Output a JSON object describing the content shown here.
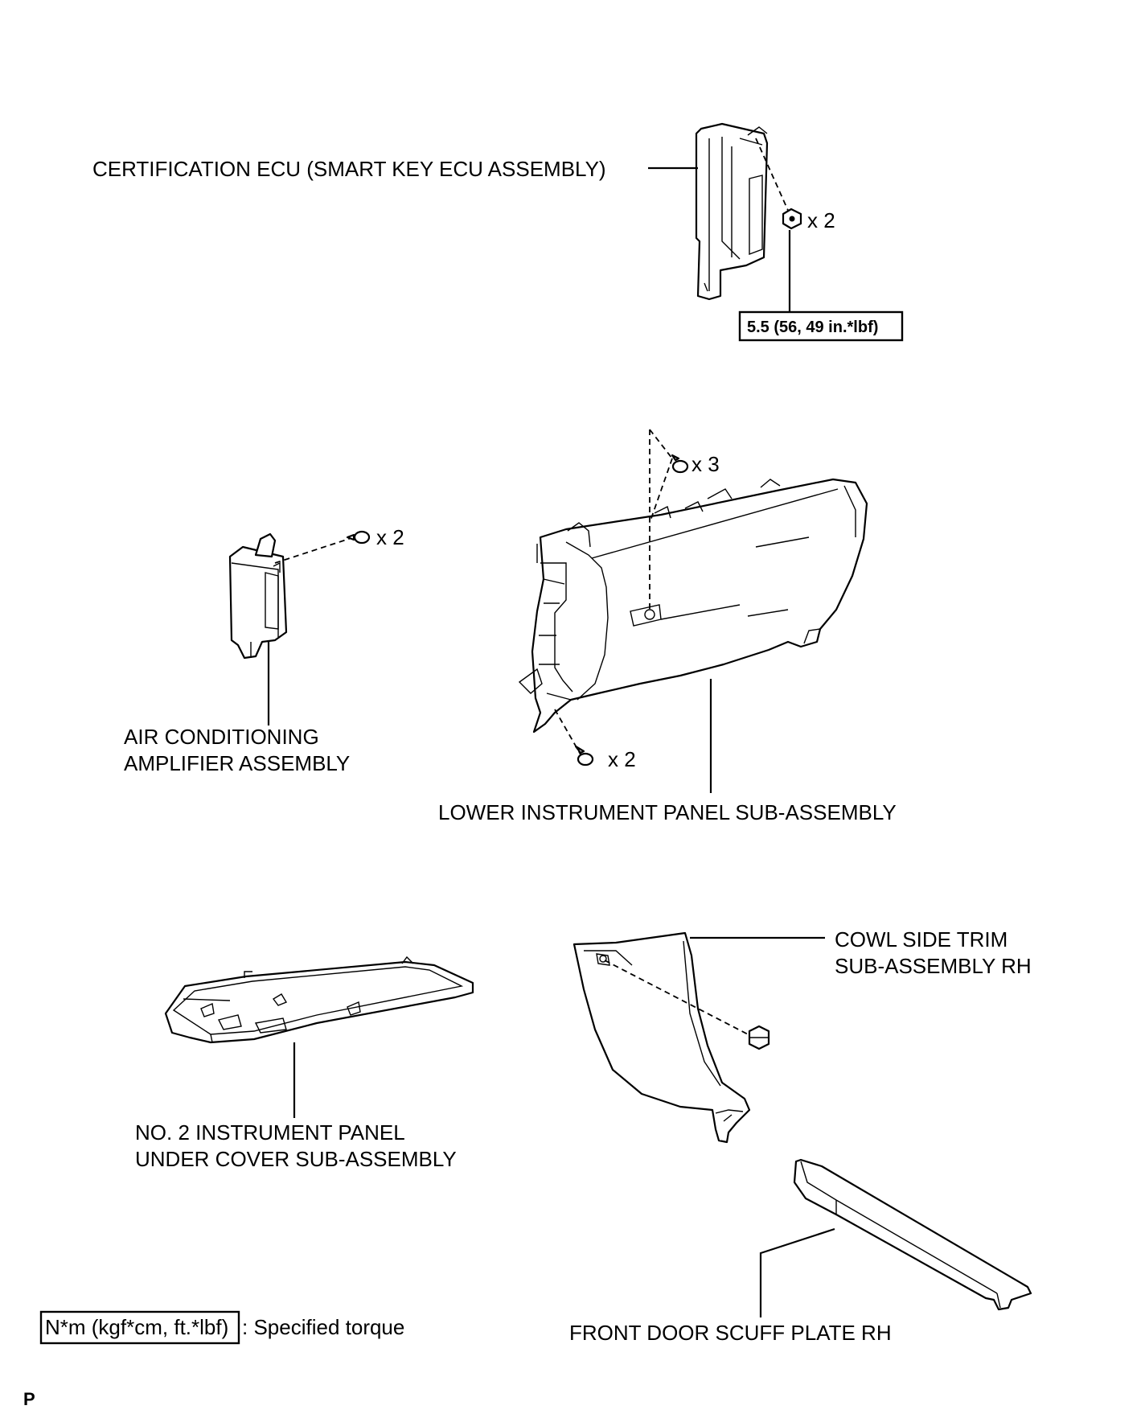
{
  "labels": {
    "certification_ecu": "CERTIFICATION ECU (SMART KEY ECU ASSEMBLY)",
    "air_conditioning_line1": "AIR CONDITIONING",
    "air_conditioning_line2": "AMPLIFIER ASSEMBLY",
    "lower_instrument_panel": "LOWER INSTRUMENT PANEL SUB-ASSEMBLY",
    "under_cover_line1": "NO. 2 INSTRUMENT PANEL",
    "under_cover_line2": "UNDER COVER SUB-ASSEMBLY",
    "cowl_side_trim_line1": "COWL SIDE TRIM",
    "cowl_side_trim_line2": "SUB-ASSEMBLY RH",
    "front_door_scuff": "FRONT DOOR SCUFF PLATE RH"
  },
  "quantities": {
    "ecu_nuts": "x 2",
    "ac_screws": "x 2",
    "panel_top_screws": "x 3",
    "panel_bottom_screws": "x 2"
  },
  "torque": {
    "ecu_nut": "5.5 (56, 49 in.*lbf)"
  },
  "legend": {
    "units": "N*m (kgf*cm, ft.*lbf)",
    "meaning": ": Specified torque"
  },
  "corner_mark": "P"
}
